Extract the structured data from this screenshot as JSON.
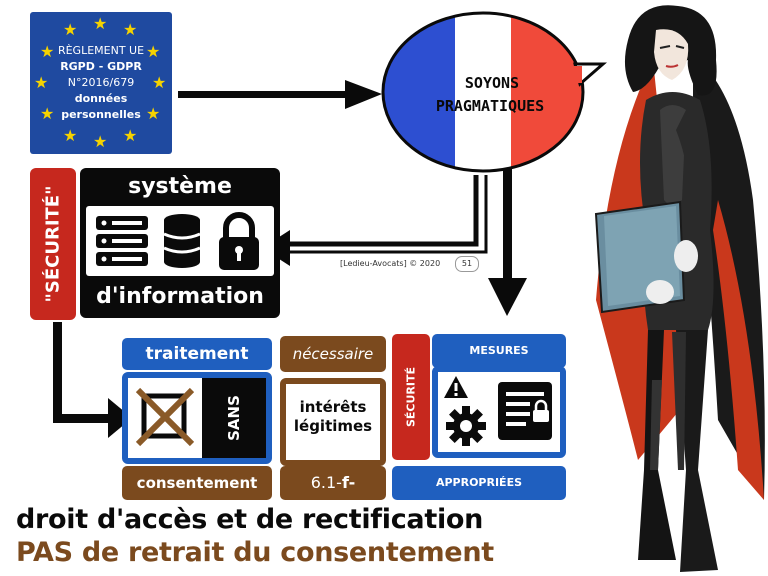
{
  "eu_box": {
    "line1": "RÈGLEMENT UE",
    "line2": "RGPD - GDPR",
    "line3": "N°2016/679",
    "line4": "données",
    "line5": "personnelles"
  },
  "bubble": {
    "line1": "SOYONS",
    "line2": "PRAGMATIQUES"
  },
  "securite_vertical": "\"SÉCURITÉ\"",
  "systeme": {
    "title": "système",
    "subtitle": "d'information",
    "icons": [
      "server-icon",
      "database-icon",
      "padlock-icon"
    ]
  },
  "credit": {
    "text": "[Ledieu-Avocats] © 2020",
    "page": "51"
  },
  "traitement": {
    "title": "traitement",
    "sans": "SANS",
    "consentement": "consentement",
    "icon": "crossed-checkbox-icon"
  },
  "interets": {
    "header": "nécessaire",
    "body": "intérêts légitimes",
    "article": "6.1-",
    "article_bold": "f-"
  },
  "mesures": {
    "vertical": "SÉCURITÉ",
    "top": "MESURES",
    "bottom": "APPROPRIÉES",
    "icons": [
      "warning-icon",
      "gear-icon",
      "document-lock-icon"
    ]
  },
  "bottom": {
    "line1": "droit d'accès et de rectification",
    "line2": "PAS de retrait du consentement"
  },
  "colors": {
    "eu_blue": "#1f4aa0",
    "star_yellow": "#f5d300",
    "box_blue": "#1f5fbf",
    "box_brown": "#7b4a1e",
    "box_red": "#c6281e",
    "line2_brown": "#7b4a1e",
    "flag_blue": "#2d4fd1",
    "flag_red": "#f04a3a"
  }
}
